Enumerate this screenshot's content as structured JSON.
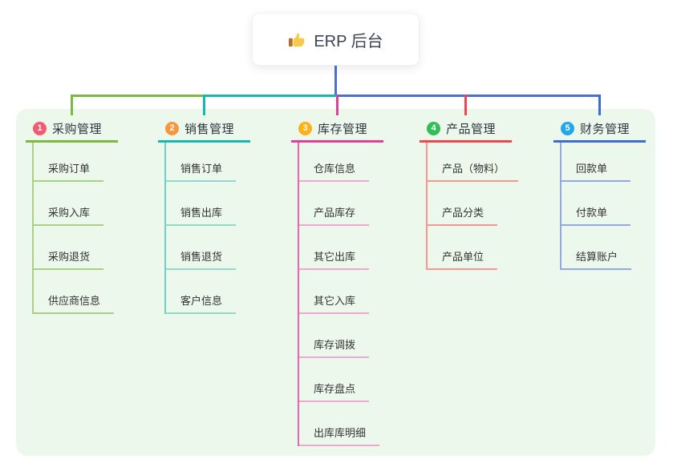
{
  "root": {
    "label": "ERP 后台",
    "icon": "thumbs-up-icon",
    "connector_color": "#4a6fdc"
  },
  "panel": {
    "background": "#edf8ec"
  },
  "branches": [
    {
      "badge": "1",
      "badge_color": "#f35b71",
      "title": "采购管理",
      "line_color": "#7cb93f",
      "trunk_color": "#a9d185",
      "light_color": "#a9d185",
      "children": [
        "采购订单",
        "采购入库",
        "采购退货",
        "供应商信息"
      ]
    },
    {
      "badge": "2",
      "badge_color": "#f8963d",
      "title": "销售管理",
      "line_color": "#14b8b1",
      "trunk_color": "#6fd0c4",
      "light_color": "#93dacd",
      "children": [
        "销售订单",
        "销售出库",
        "销售退货",
        "客户信息"
      ]
    },
    {
      "badge": "3",
      "badge_color": "#fcb116",
      "title": "库存管理",
      "line_color": "#e23e9a",
      "trunk_color": "#ea66ae",
      "light_color": "#f0a8d1",
      "children": [
        "仓库信息",
        "产品库存",
        "其它出库",
        "其它入库",
        "库存调拨",
        "库存盘点",
        "出库库明细"
      ]
    },
    {
      "badge": "4",
      "badge_color": "#2fbe57",
      "title": "产品管理",
      "line_color": "#f4444e",
      "trunk_color": "#f79790",
      "light_color": "#f79790",
      "children": [
        "产品（物料）",
        "产品分类",
        "产品单位"
      ]
    },
    {
      "badge": "5",
      "badge_color": "#22a8ea",
      "title": "财务管理",
      "line_color": "#3e6bd4",
      "trunk_color": "#92aadf",
      "light_color": "#92aadf",
      "children": [
        "回款单",
        "付款单",
        "结算账户"
      ]
    }
  ]
}
